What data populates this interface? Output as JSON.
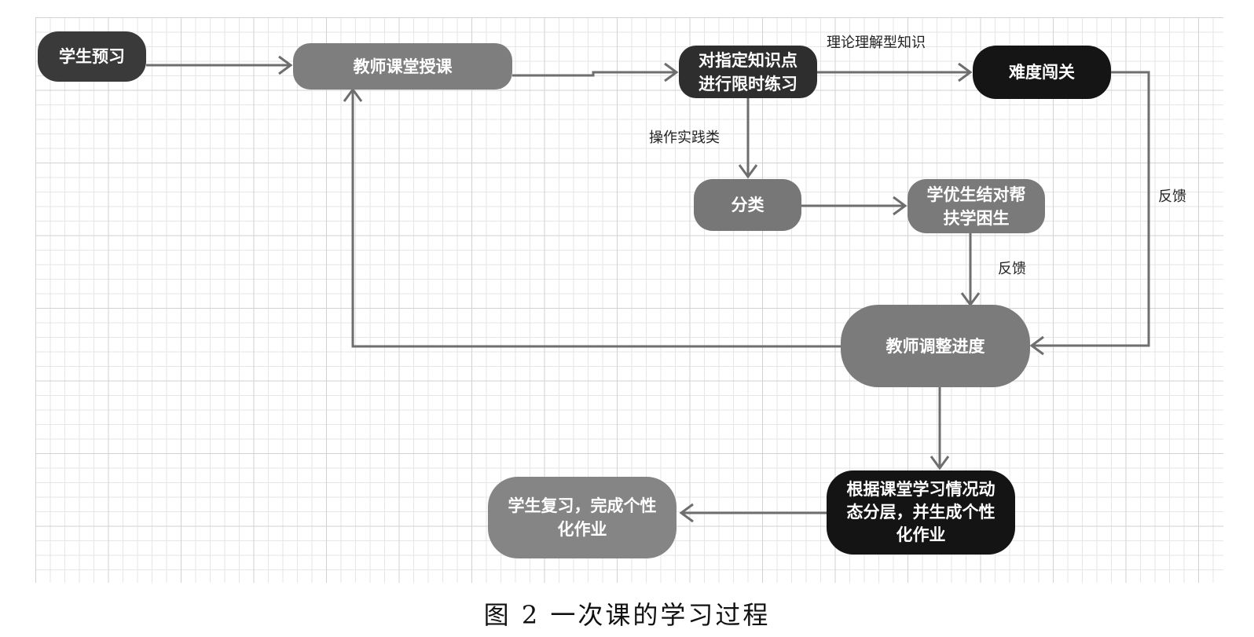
{
  "diagram": {
    "nodes": {
      "student_preview": {
        "label": "学生预习",
        "color": "#3a3a3a"
      },
      "teacher_lecture": {
        "label": "教师课堂授课",
        "color": "#7e7e7e"
      },
      "timed_practice": {
        "label": "对指定知识点\n进行限时练习",
        "color": "#2e2e2e"
      },
      "difficulty_challenge": {
        "label": "难度闯关",
        "color": "#151515"
      },
      "classify": {
        "label": "分类",
        "color": "#777777"
      },
      "peer_help": {
        "label": "学优生结对帮\n扶学困生",
        "color": "#7a7a7a"
      },
      "teacher_adjust": {
        "label": "教师调整进度",
        "color": "#7b7b7b"
      },
      "dynamic_layering": {
        "label": "根据课堂学习情况动\n态分层，并生成个性\n化作业",
        "color": "#141414"
      },
      "student_review": {
        "label": "学生复习，完成个性\n化作业",
        "color": "#858585"
      }
    },
    "edge_labels": {
      "theory": "理论理解型知识",
      "practice": "操作实践类",
      "feedback_right": "反馈",
      "feedback_mid": "反馈"
    },
    "line_color": "#6e6e6e"
  },
  "caption": "图 2  一次课的学习过程"
}
